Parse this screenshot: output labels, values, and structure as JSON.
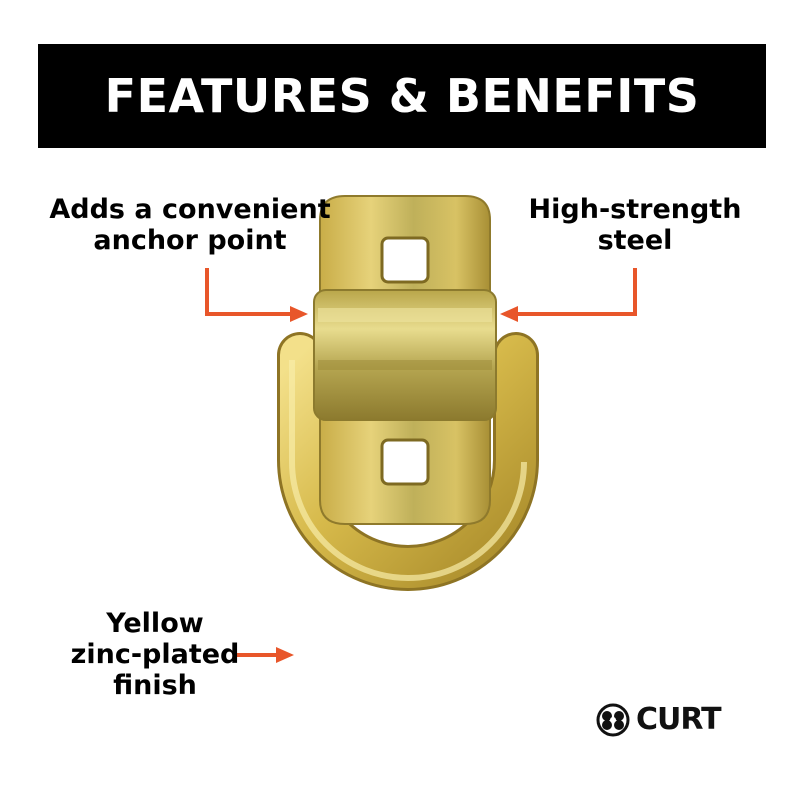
{
  "banner": {
    "title": "FEATURES & BENEFITS"
  },
  "callouts": {
    "anchor": [
      "Adds a convenient",
      "anchor point"
    ],
    "steel": [
      "High-strength",
      "steel"
    ],
    "finish": [
      "Yellow",
      "zinc-plated",
      "finish"
    ]
  },
  "brand": {
    "name": "CURT"
  },
  "colors": {
    "arrow": "#e8562a",
    "banner": "#000000",
    "metal": "#d9c053"
  }
}
